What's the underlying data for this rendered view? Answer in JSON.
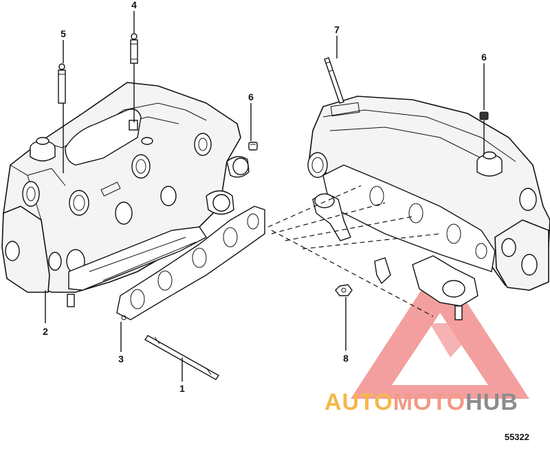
{
  "callouts": {
    "c1": "1",
    "c2": "2",
    "c3": "3",
    "c4": "4",
    "c5": "5",
    "c6a": "6",
    "c6b": "6",
    "c7": "7",
    "c8": "8"
  },
  "figure_number": "55322",
  "watermark": {
    "part1": "AUTO",
    "part2": "MOTO",
    "part3": "HUB",
    "color1": "#f5b74a",
    "color2": "#f29a86",
    "color3": "#8c8c8c",
    "triangle_color": "#f08080"
  }
}
